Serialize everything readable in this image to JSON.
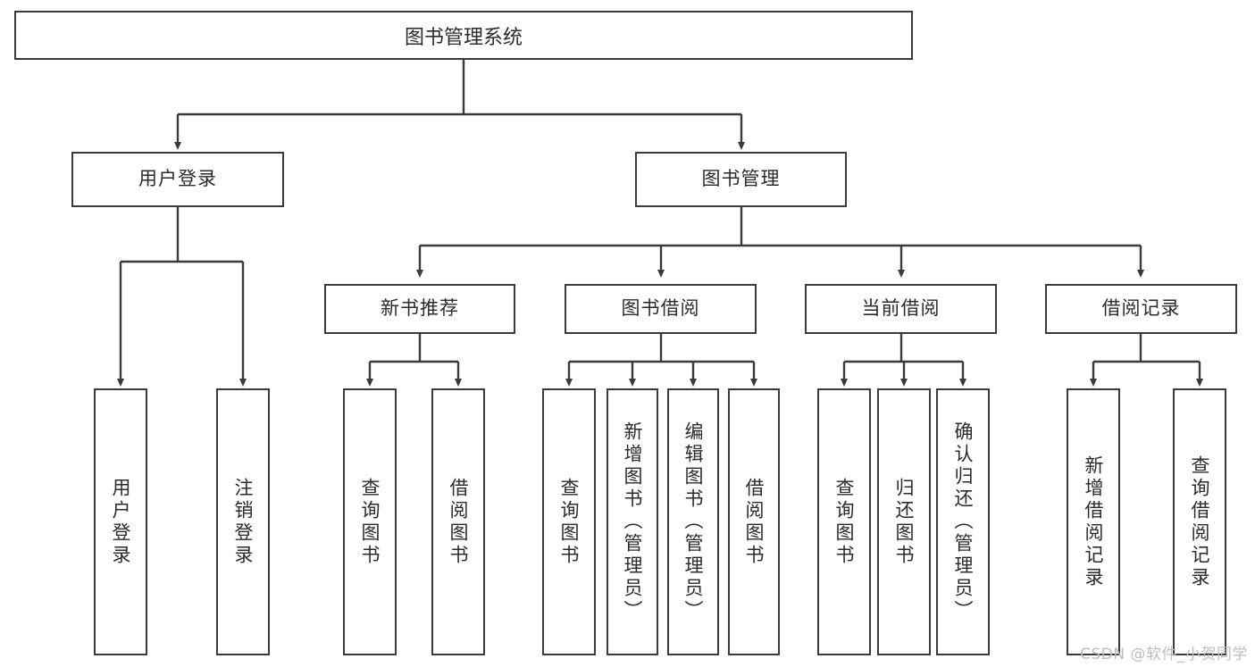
{
  "diagram": {
    "title": "图书管理系统",
    "type": "hierarchy-tree",
    "watermark": "CSDN @软件_小贺同学",
    "colors": {
      "stroke": "#3a3a3a",
      "text": "#2b2b2b",
      "background": "#ffffff",
      "watermark": "#bdbdbd"
    },
    "levels": {
      "root": {
        "label": "图书管理系统"
      },
      "level1": [
        {
          "label": "用户登录"
        },
        {
          "label": "图书管理"
        }
      ],
      "level2": [
        {
          "label": "新书推荐"
        },
        {
          "label": "图书借阅"
        },
        {
          "label": "当前借阅"
        },
        {
          "label": "借阅记录"
        }
      ],
      "leaves": {
        "user_login": [
          {
            "label": "用户登录"
          },
          {
            "label": "注销登录"
          }
        ],
        "new_book_recommend": [
          {
            "label": "查询图书"
          },
          {
            "label": "借阅图书"
          }
        ],
        "book_borrow": [
          {
            "label": "查询图书"
          },
          {
            "label": "新增图书（管理员）"
          },
          {
            "label": "编辑图书（管理员）"
          },
          {
            "label": "借阅图书"
          }
        ],
        "current_borrow": [
          {
            "label": "查询图书"
          },
          {
            "label": "归还图书"
          },
          {
            "label": "确认归还（管理员）"
          }
        ],
        "borrow_record": [
          {
            "label": "新增借阅记录"
          },
          {
            "label": "查询借阅记录"
          }
        ]
      }
    }
  }
}
